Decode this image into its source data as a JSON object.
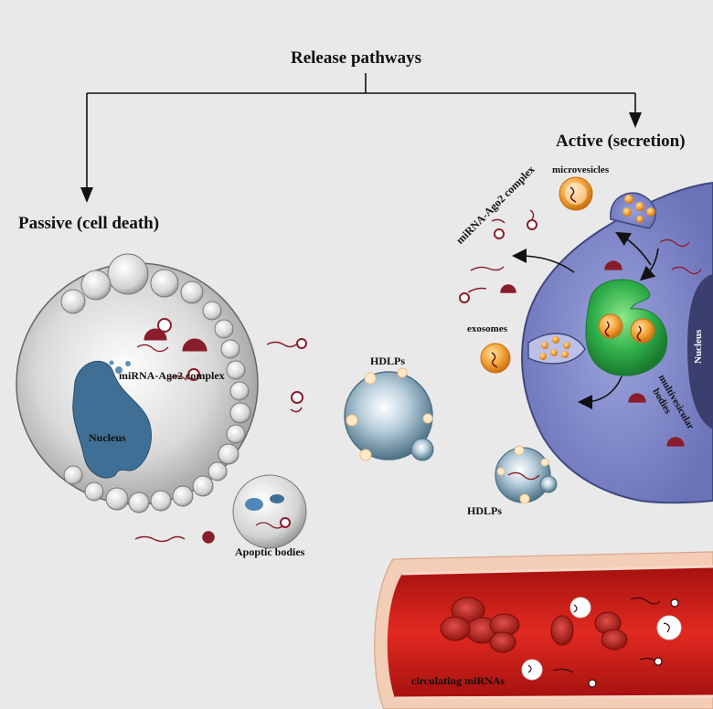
{
  "title": "Release pathways",
  "branches": {
    "passive": "Passive (cell death)",
    "active": "Active (secretion)"
  },
  "labels": {
    "mirna_ago2_left": "miRNA-Ago2 complex",
    "nucleus_left": "Nucleus",
    "apoptic_bodies": "Apoptic bodies",
    "hdlps_center": "HDLPs",
    "mirna_ago2_right": "miRNA-Ago2 complex",
    "microvesicles": "microvesicles",
    "exosomes": "exosomes",
    "nucleus_right": "Nucleus",
    "multivesicular_line1": "multivesicular",
    "multivesicular_line2": "bodies",
    "hdlps_right": "HDLPs",
    "circulating": "circulating miRNAs"
  },
  "colors": {
    "background": "#e9e9e9",
    "cell_right": "#7d86c8",
    "mvb_green": "#2fae4a",
    "exosome_orange": "#f39a2a",
    "mirna_red": "#8a1d2a",
    "vessel_red": "#d6261f"
  }
}
